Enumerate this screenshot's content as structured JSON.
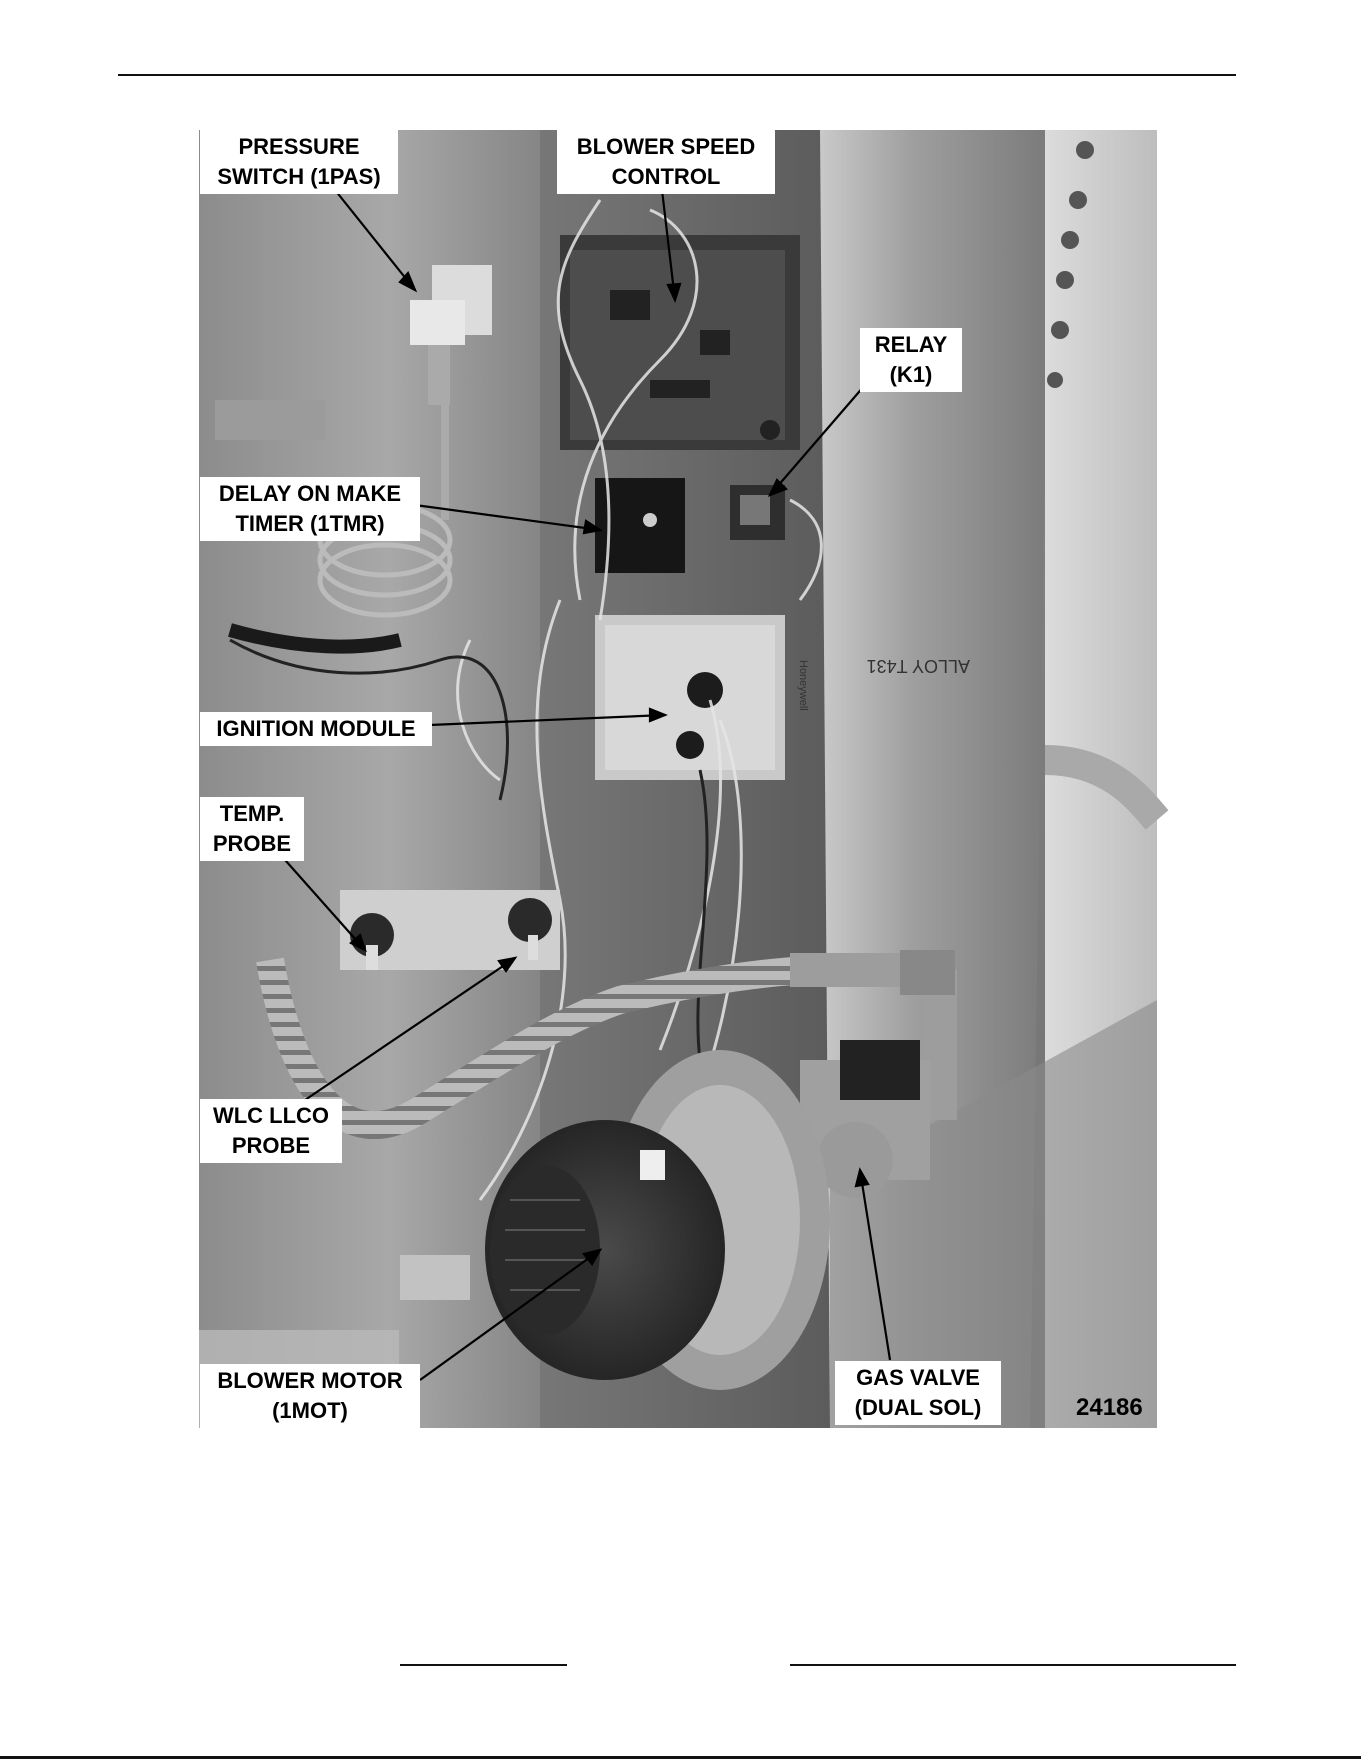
{
  "figure": {
    "number": "24186",
    "callouts": {
      "pressure_switch": "PRESSURE\nSWITCH (1PAS)",
      "blower_speed_control": "BLOWER SPEED\nCONTROL",
      "relay": "RELAY\n(K1)",
      "delay_on_make_timer": "DELAY ON MAKE\nTIMER (1TMR)",
      "ignition_module": "IGNITION MODULE",
      "temp_probe": "TEMP.\nPROBE",
      "wlc_llco_probe": "WLC LLCO\nPROBE",
      "blower_motor": "BLOWER MOTOR\n(1MOT)",
      "gas_valve": "GAS VALVE\n(DUAL SOL)"
    },
    "photo_text": {
      "brand": "Honeywell",
      "cabinet_stamp": "ALLOY T431"
    }
  }
}
